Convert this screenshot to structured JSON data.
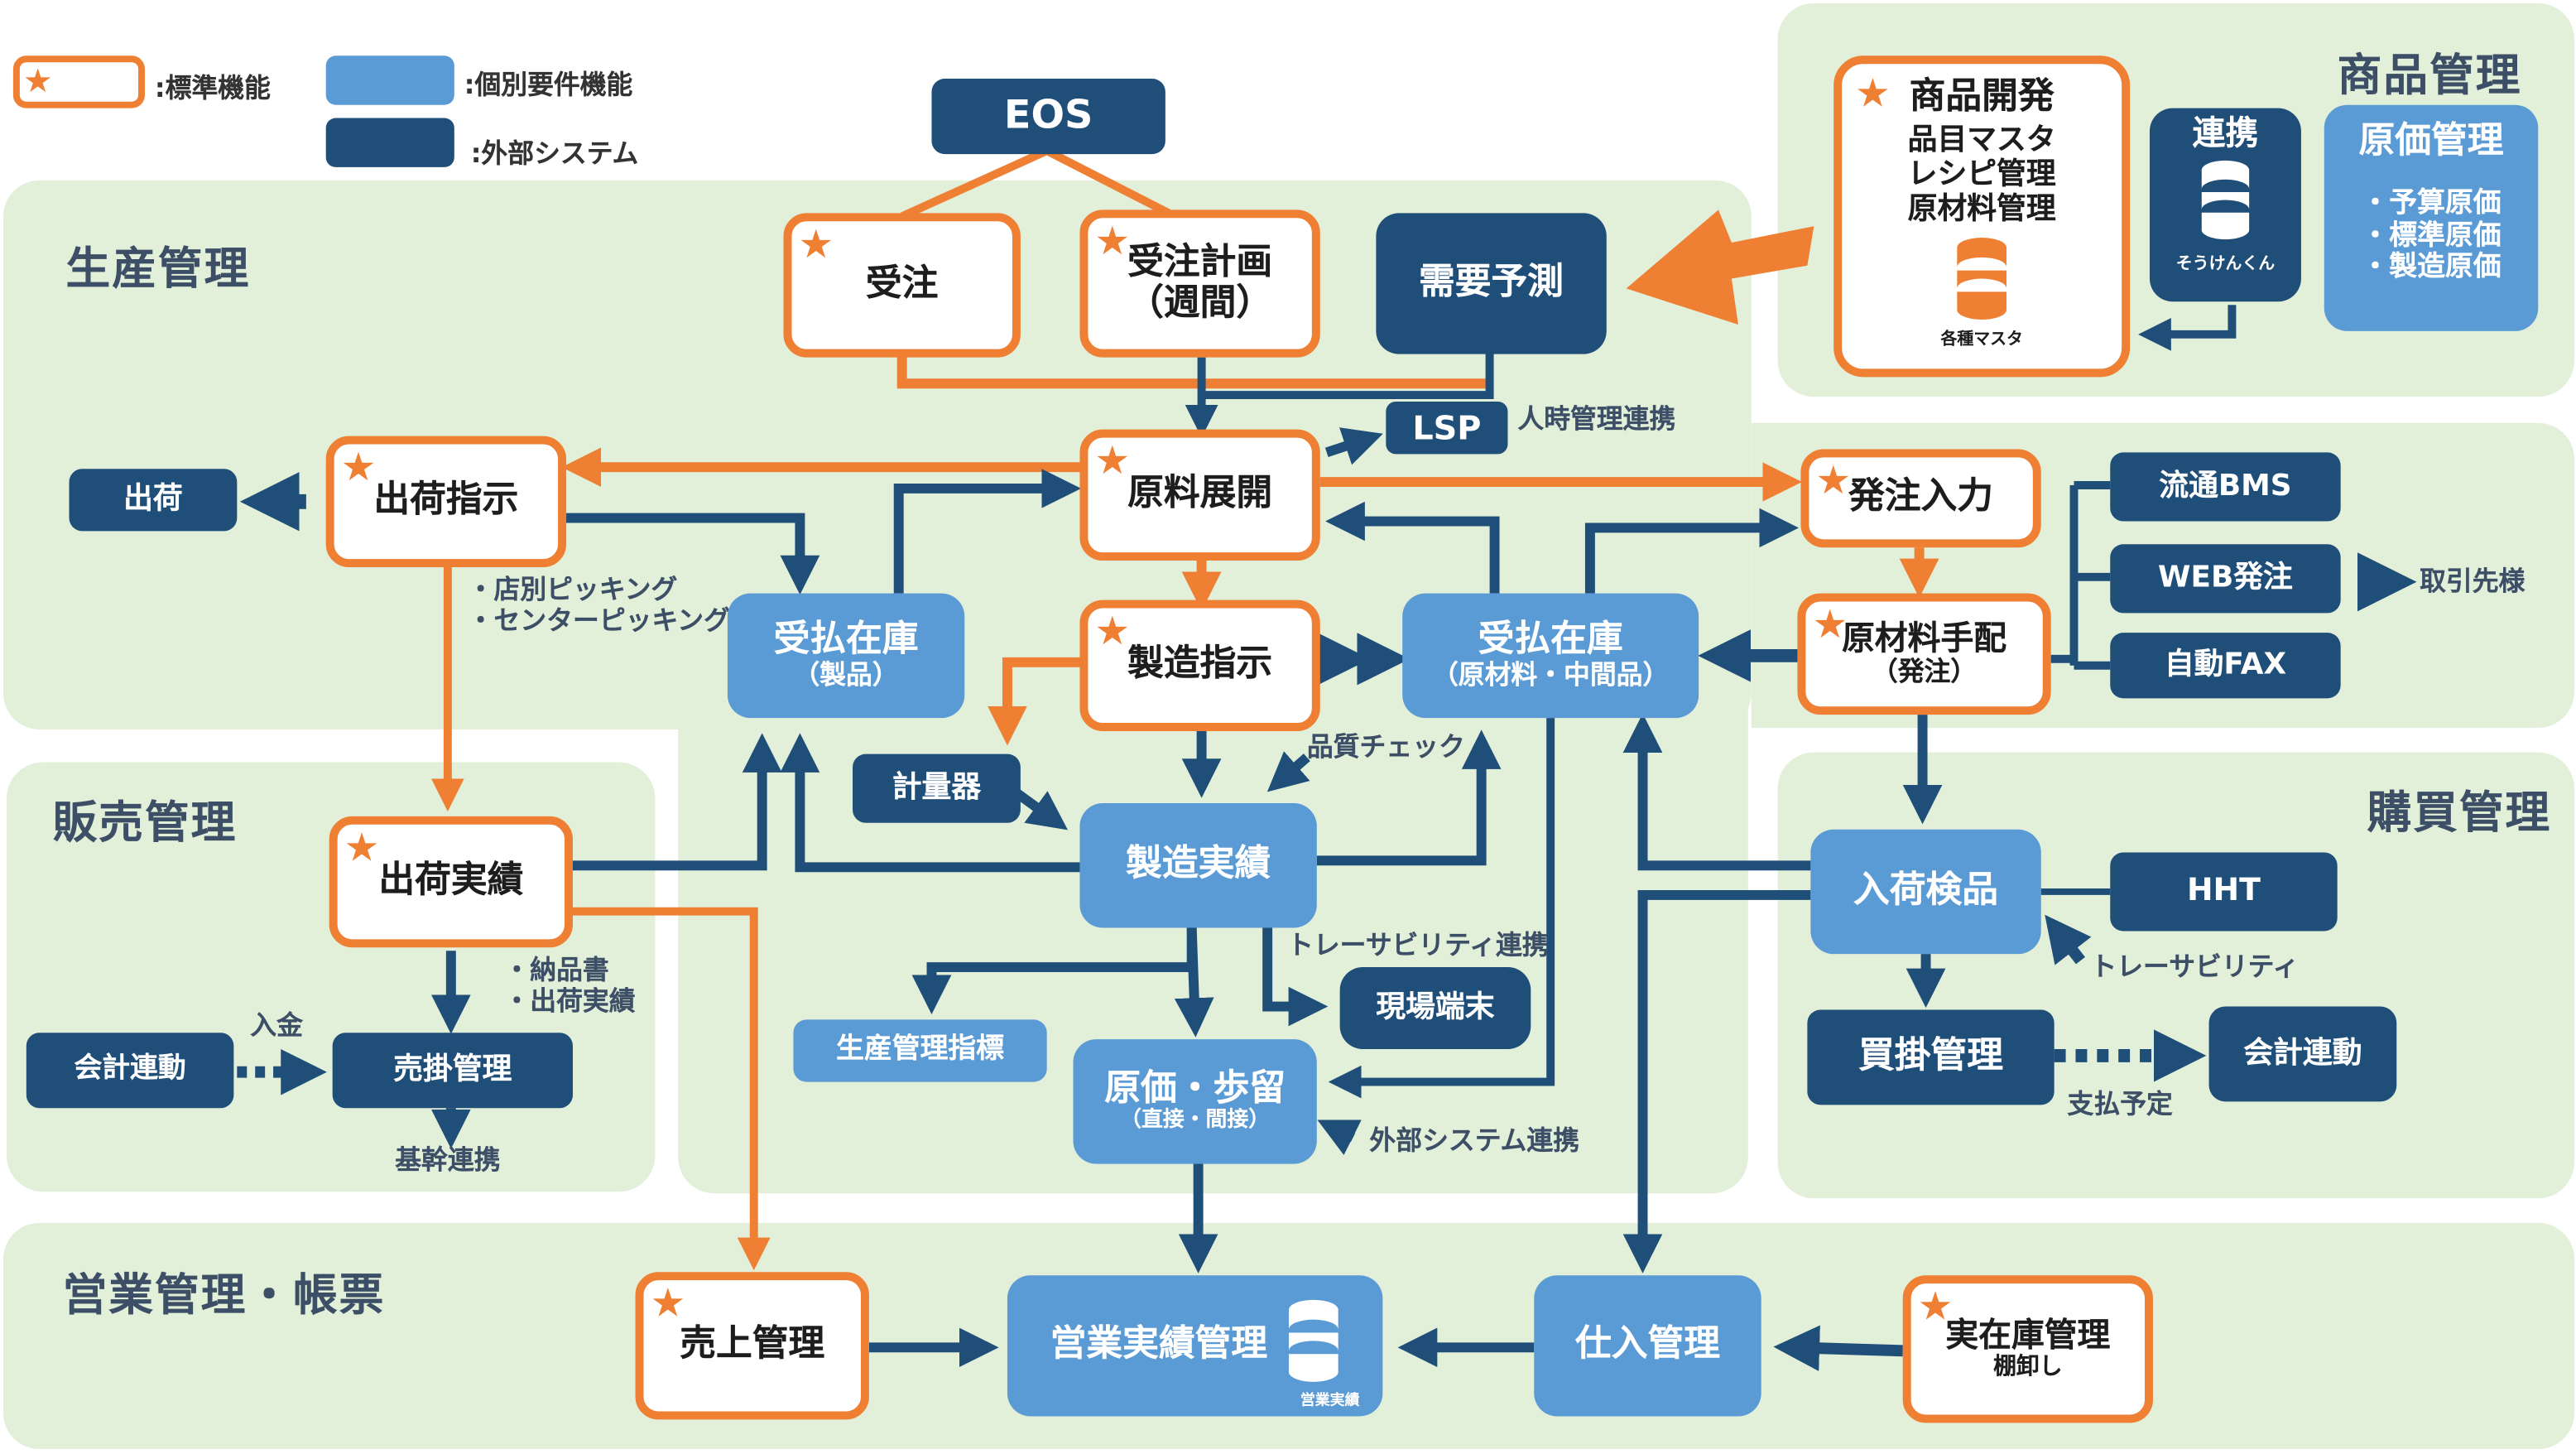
{
  "legend": {
    "standard": ":標準機能",
    "custom": ":個別要件機能",
    "external": ":外部システム"
  },
  "colors": {
    "standard_border": "#ee7f33",
    "custom_fill": "#5b9bd5",
    "external_fill": "#1f4e79",
    "region_fill": "#e2efd9",
    "connector_blue": "#1f4e79",
    "connector_orange": "#ee7f33"
  },
  "regions": {
    "production": "生産管理",
    "product": "商品管理",
    "sales": "販売管理",
    "purchase": "購買管理",
    "business": "営業管理・帳票"
  },
  "boxes": {
    "eos": "EOS",
    "order": "受注",
    "order_plan_1": "受注計画",
    "order_plan_2": "（週間）",
    "demand_forecast": "需要予測",
    "lsp": "LSP",
    "ship_instruction": "出荷指示",
    "ship": "出荷",
    "material_expansion": "原料展開",
    "inventory_product_1": "受払在庫",
    "inventory_product_2": "（製品）",
    "manufacturing_instruction": "製造指示",
    "inventory_material_1": "受払在庫",
    "inventory_material_2": "（原材料・中間品）",
    "purchase_order_input": "発注入力",
    "material_arrangement_1": "原材料手配",
    "material_arrangement_2": "（発注）",
    "ryutsu_bms": "流通BMS",
    "web_order": "WEB発注",
    "auto_fax": "自動FAX",
    "scale_device": "計量器",
    "manufacturing_result": "製造実績",
    "shipping_result": "出荷実績",
    "accounting_link_sales": "会計連動",
    "receivables": "売掛管理",
    "production_kpi": "生産管理指標",
    "cost_yield_1": "原価・歩留",
    "cost_yield_2": "（直接・間接）",
    "field_terminal": "現場端末",
    "receiving_inspection": "入荷検品",
    "hht": "HHT",
    "payables": "買掛管理",
    "accounting_link_purchase": "会計連動",
    "sales_management": "売上管理",
    "business_results": "営業実績管理",
    "business_results_db": "営業実績",
    "purchasing": "仕入管理",
    "physical_inventory_1": "実在庫管理",
    "physical_inventory_2": "棚卸し",
    "product_dev_title": "商品開発",
    "product_dev_items": [
      "品目マスタ",
      "レシピ管理",
      "原材料管理"
    ],
    "product_dev_db": "各種マスタ",
    "link_title": "連携",
    "link_db": "そうけんくん",
    "cost_mgmt_title": "原価管理",
    "cost_mgmt_items": [
      "・予算原価",
      "・標準原価",
      "・製造原価"
    ]
  },
  "notes": {
    "lsp_link": "人時管理連携",
    "picking_1": "・店別ピッキング",
    "picking_2": "・センターピッキング",
    "quality_check": "品質チェック",
    "traceability_link": "トレーサビリティ連携",
    "external_system_link": "外部システム連携",
    "delivery_1": "・納品書",
    "delivery_2": "・出荷実績",
    "payment_in": "入金",
    "core_link": "基幹連携",
    "traceability": "トレーサビリティ",
    "payment_schedule": "支払予定",
    "supplier": "取引先様"
  }
}
